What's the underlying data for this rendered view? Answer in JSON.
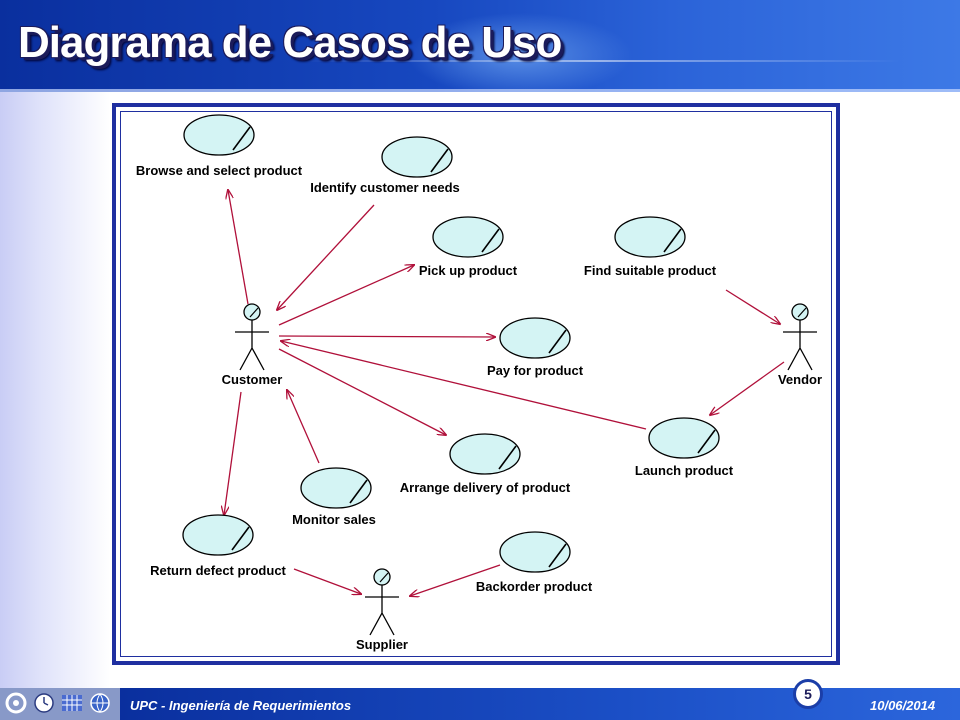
{
  "title": "Diagrama de Casos de Uso",
  "footer": {
    "course": "UPC - Ingeniería de Requerimientos",
    "page_number": "5",
    "date": "10/06/2014"
  },
  "diagram": {
    "actors": [
      {
        "id": "customer",
        "label": "Customer"
      },
      {
        "id": "vendor",
        "label": "Vendor"
      },
      {
        "id": "supplier",
        "label": "Supplier"
      }
    ],
    "use_cases": [
      {
        "id": "browse",
        "label": "Browse and select product"
      },
      {
        "id": "identify",
        "label": "Identify customer needs"
      },
      {
        "id": "pickup",
        "label": "Pick up product"
      },
      {
        "id": "find",
        "label": "Find suitable product"
      },
      {
        "id": "pay",
        "label": "Pay for product"
      },
      {
        "id": "launch",
        "label": "Launch product"
      },
      {
        "id": "arrange",
        "label": "Arrange delivery of product"
      },
      {
        "id": "monitor",
        "label": "Monitor sales"
      },
      {
        "id": "return",
        "label": "Return defect product"
      },
      {
        "id": "backorder",
        "label": "Backorder product"
      }
    ],
    "associations": [
      {
        "from": "customer",
        "to": "browse"
      },
      {
        "from": "identify",
        "to": "customer"
      },
      {
        "from": "customer",
        "to": "pickup"
      },
      {
        "from": "customer",
        "to": "pay"
      },
      {
        "from": "customer",
        "to": "arrange"
      },
      {
        "from": "launch",
        "to": "customer"
      },
      {
        "from": "monitor",
        "to": "customer"
      },
      {
        "from": "customer",
        "to": "return"
      },
      {
        "from": "find",
        "to": "vendor"
      },
      {
        "from": "vendor",
        "to": "launch"
      },
      {
        "from": "return",
        "to": "supplier"
      },
      {
        "from": "backorder",
        "to": "supplier"
      }
    ],
    "colors": {
      "use_case_fill": "#d4f4f4",
      "arrow": "#b0103a",
      "frame": "#1f2fa0"
    }
  }
}
